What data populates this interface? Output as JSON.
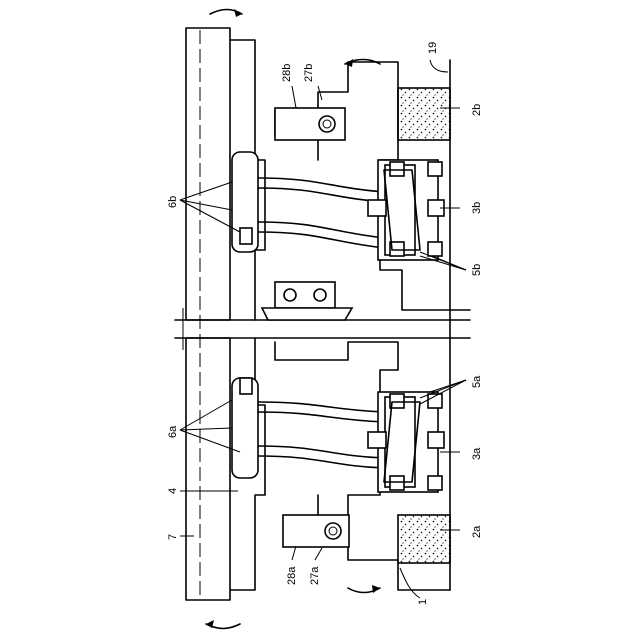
{
  "labels": {
    "l7": "7",
    "l4": "4",
    "l6a": "6a",
    "l6b": "6b",
    "l28a": "28a",
    "l27a": "27a",
    "l28b": "28b",
    "l27b": "27b",
    "l1": "1",
    "l2a": "2a",
    "l2b": "2b",
    "l3a": "3a",
    "l3b": "3b",
    "l5a": "5a",
    "l5b": "5b",
    "l19": "19"
  }
}
